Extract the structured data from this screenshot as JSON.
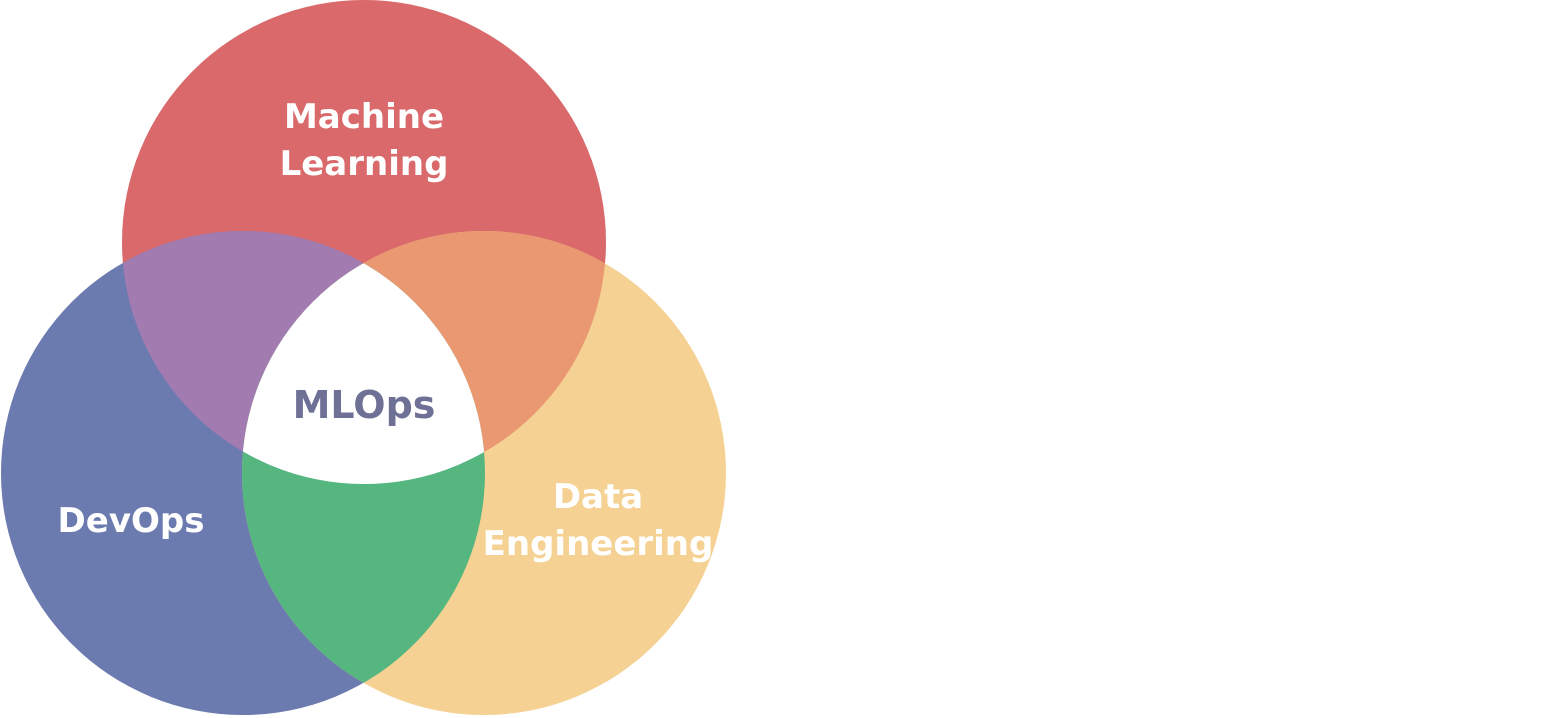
{
  "diagram": {
    "type": "venn",
    "sets": [
      {
        "label_lines": [
          "Machine",
          "Learning"
        ],
        "color": "#D9696B"
      },
      {
        "label_lines": [
          "DevOps"
        ],
        "color": "#6B7AAF"
      },
      {
        "label_lines": [
          "Data",
          "Engineering"
        ],
        "color": "#F5D293"
      }
    ],
    "intersections": {
      "ml_devops": "#A27BB0",
      "ml_data": "#EA9871",
      "devops_data": "#56B680",
      "all": "#FFFFFF"
    },
    "center_label": "MLOps",
    "center_label_color": "#6E7095",
    "label_color": "#FFFFFF"
  }
}
